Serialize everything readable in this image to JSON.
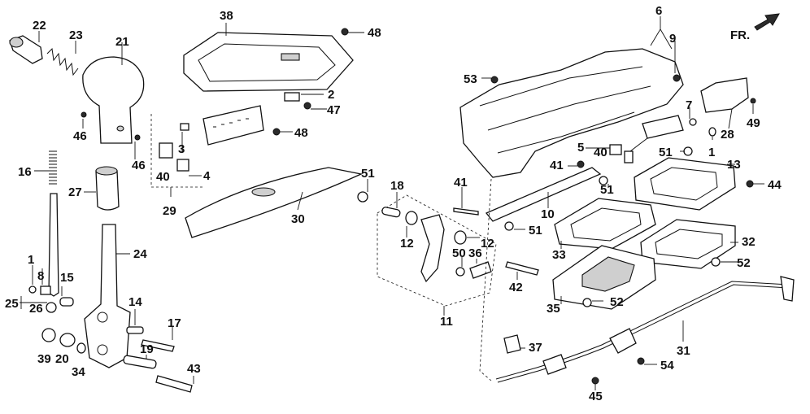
{
  "orientation": {
    "label": "FR."
  },
  "callouts": [
    "1",
    "2",
    "3",
    "4",
    "5",
    "6",
    "7",
    "8",
    "9",
    "10",
    "11",
    "12",
    "13",
    "14",
    "15",
    "16",
    "17",
    "18",
    "19",
    "20",
    "21",
    "22",
    "23",
    "24",
    "25",
    "26",
    "27",
    "28",
    "29",
    "30",
    "31",
    "32",
    "33",
    "34",
    "35",
    "36",
    "37",
    "38",
    "39",
    "40",
    "41",
    "42",
    "43",
    "44",
    "45",
    "46",
    "47",
    "48",
    "49",
    "50",
    "51",
    "52",
    "53",
    "54"
  ]
}
